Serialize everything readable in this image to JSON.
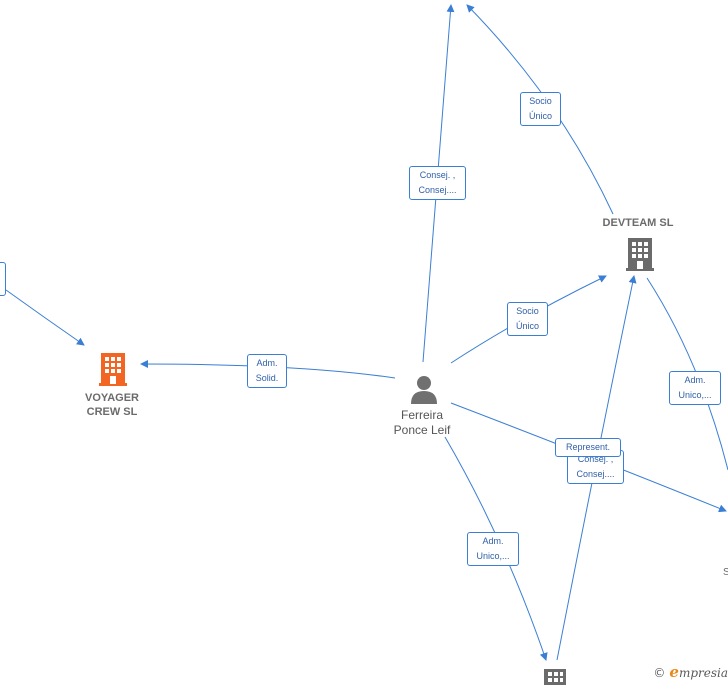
{
  "colors": {
    "edge": "#3b7fd4",
    "label_text": "#2f5fa8",
    "company_gray": "#6b6b6b",
    "company_highlight": "#f26522",
    "person": "#707070",
    "brand_e": "#e8891e"
  },
  "nodes": {
    "devteam": {
      "name": "DEVTEAM  SL",
      "icon": "building-icon"
    },
    "voyager": {
      "line1": "VOYAGER",
      "line2": "CREW  SL",
      "icon": "building-icon"
    },
    "person": {
      "line1": "Ferreira",
      "line2": "Ponce Leif",
      "icon": "person-icon"
    },
    "right_edge": {
      "text": "S"
    }
  },
  "edges": {
    "socio_top": {
      "line1": "Socio",
      "line2": "Único"
    },
    "consej_top": {
      "line1": "Consej. ,",
      "line2": "Consej...."
    },
    "socio_devteam": {
      "line1": "Socio",
      "line2": "Único"
    },
    "adm_solid": {
      "line1": "Adm.",
      "line2": "Solid."
    },
    "adm_unico_right": {
      "line1": "Adm.",
      "line2": "Unico,..."
    },
    "represent": {
      "line1": "Represent."
    },
    "consej_mid": {
      "line1": "Consej. ,",
      "line2": "Consej...."
    },
    "adm_unico_bottom": {
      "line1": "Adm.",
      "line2": "Unico,..."
    }
  },
  "watermark": {
    "copyright": "©",
    "brand_first": "e",
    "brand_rest": "mpresia"
  }
}
